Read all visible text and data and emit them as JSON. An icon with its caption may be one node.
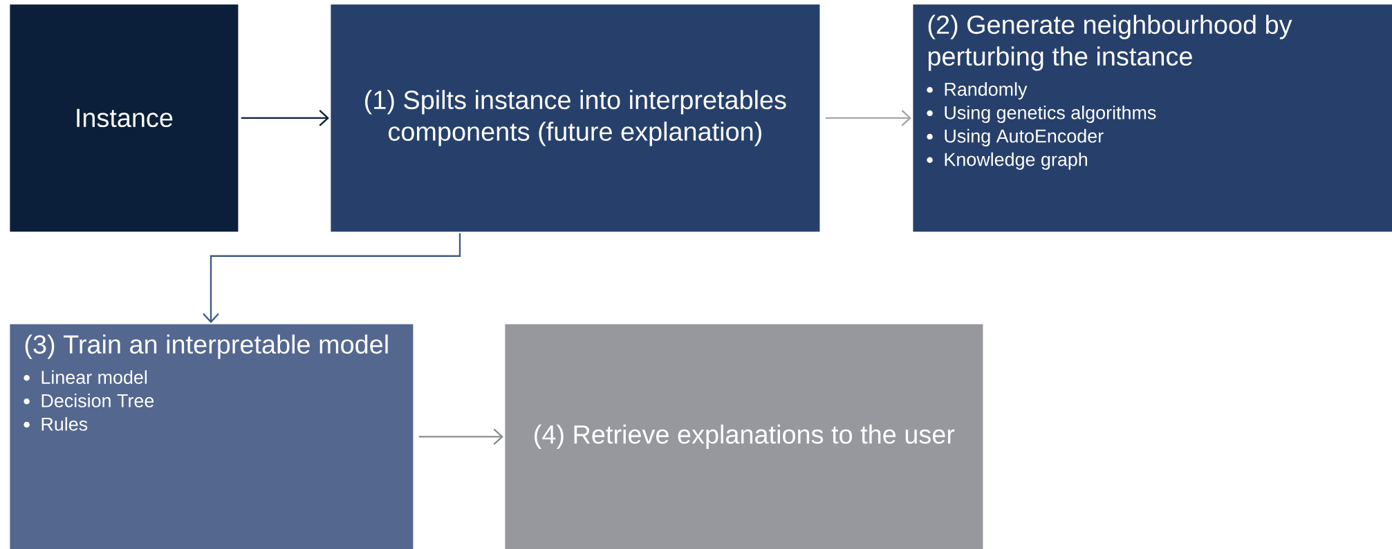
{
  "diagram": {
    "nodes": [
      {
        "text": [
          "Instance"
        ]
      },
      {
        "text": [
          "(1) Spilts instance into interpretables components (future explanation)"
        ]
      },
      {
        "text": [
          "(2) Generate neighbourhood by perturbing the instance",
          "Randomly",
          "Using genetics algorithms",
          "Using AutoEncoder",
          "Knowledge graph"
        ]
      },
      {
        "text": [
          "(3) Train an interpretable model",
          "Linear model",
          "Decision Tree",
          "Rules"
        ]
      },
      {
        "text": [
          "(4) Retrieve explanations to the user"
        ]
      }
    ],
    "edges": [
      {
        "from": 0,
        "to": 1,
        "arrow": "to",
        "color": "#0b1f3a"
      },
      {
        "from": 1,
        "to": 2,
        "arrow": "to",
        "color": "#a6a6a6"
      },
      {
        "from": 1,
        "to": 3,
        "arrow": "to",
        "color": "#3f5a8a"
      },
      {
        "from": 3,
        "to": 4,
        "arrow": "to",
        "color": "#8a8d92"
      }
    ]
  }
}
